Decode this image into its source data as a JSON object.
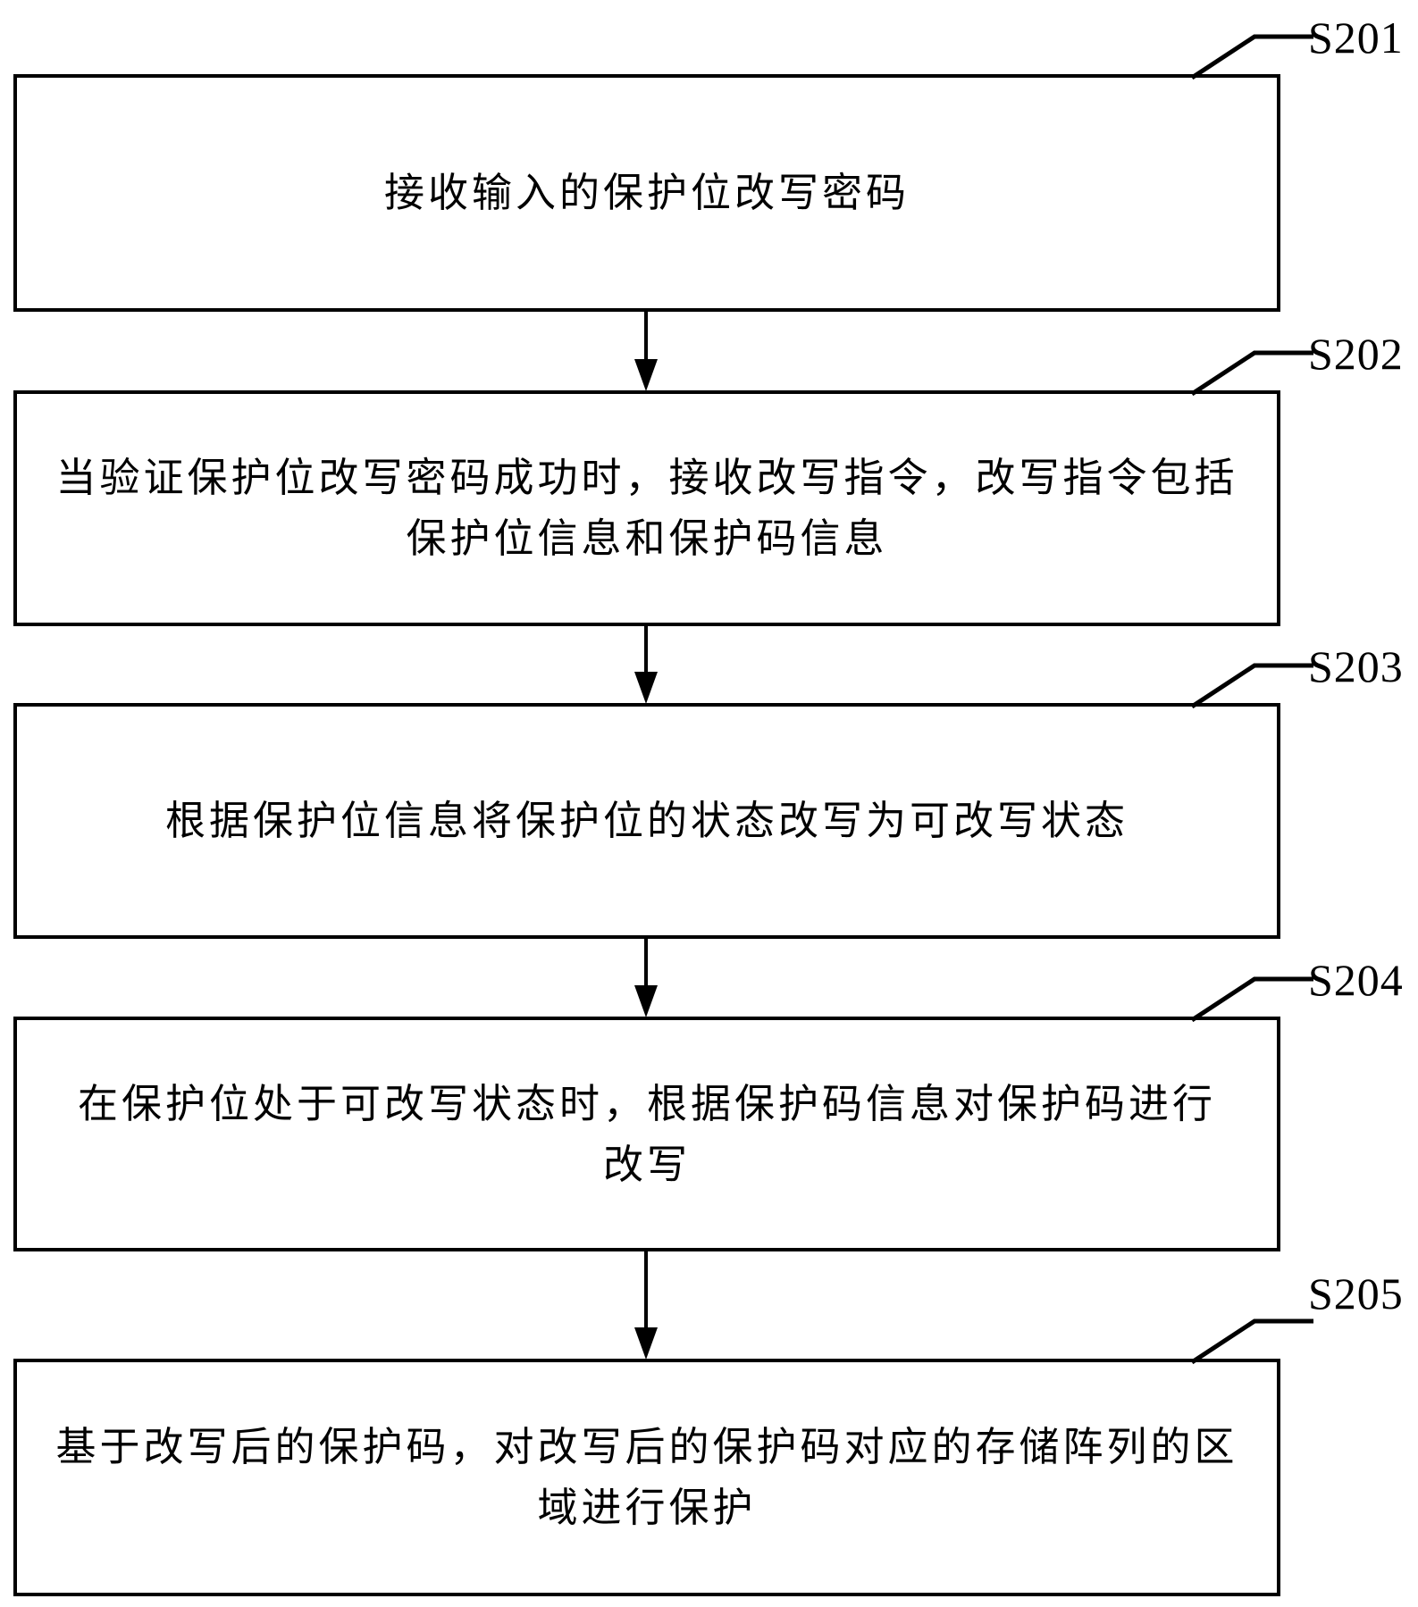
{
  "figure": {
    "background_color": "#ffffff",
    "line_color": "#000000",
    "steps": [
      {
        "id": "S201",
        "lines": [
          "接收输入的保护位改写密码"
        ]
      },
      {
        "id": "S202",
        "lines": [
          "当验证保护位改写密码成功时，接收改写指令，改写指令包括",
          "保护位信息和保护码信息"
        ]
      },
      {
        "id": "S203",
        "lines": [
          "根据保护位信息将保护位的状态改写为可改写状态"
        ]
      },
      {
        "id": "S204",
        "lines": [
          "在保护位处于可改写状态时，根据保护码信息对保护码进行",
          "改写"
        ]
      },
      {
        "id": "S205",
        "lines": [
          "基于改写后的保护码，对改写后的保护码对应的存储阵列的区",
          "域进行保护"
        ]
      }
    ],
    "connectors": [
      {
        "from": "S201",
        "to": "S202",
        "type": "arrow-down"
      },
      {
        "from": "S202",
        "to": "S203",
        "type": "arrow-down"
      },
      {
        "from": "S203",
        "to": "S204",
        "type": "arrow-down"
      },
      {
        "from": "S204",
        "to": "S205",
        "type": "arrow-down"
      }
    ]
  }
}
